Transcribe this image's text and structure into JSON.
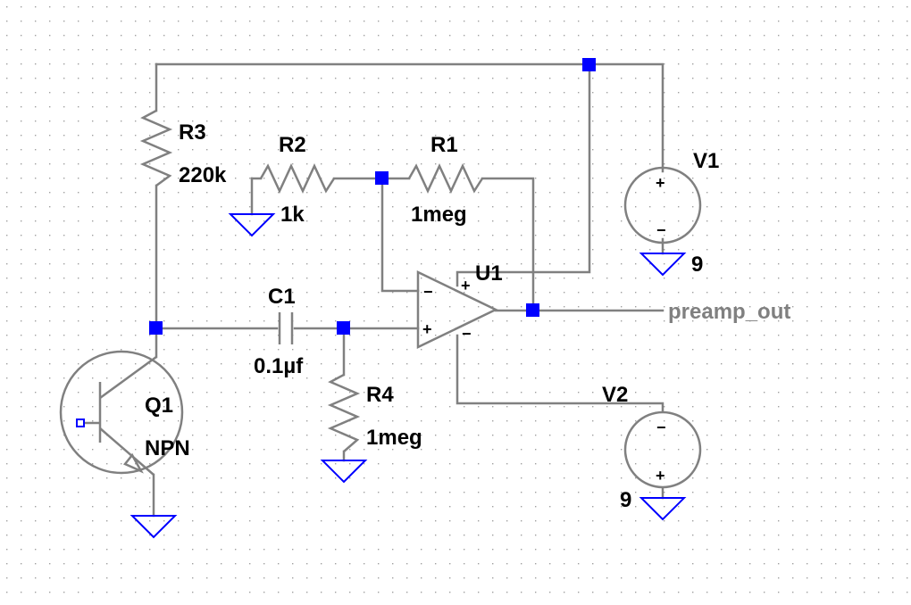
{
  "schematic": {
    "components": {
      "r3": {
        "ref": "R3",
        "value": "220k"
      },
      "r2": {
        "ref": "R2",
        "value": "1k"
      },
      "r1": {
        "ref": "R1",
        "value": "1meg"
      },
      "r4": {
        "ref": "R4",
        "value": "1meg"
      },
      "c1": {
        "ref": "C1",
        "value": "0.1µf"
      },
      "q1": {
        "ref": "Q1",
        "value": "NPN"
      },
      "u1": {
        "ref": "U1"
      },
      "v1": {
        "ref": "V1",
        "value": "9"
      },
      "v2": {
        "ref": "V2",
        "value": "9"
      }
    },
    "net_labels": {
      "output": "preamp_out"
    },
    "opamp_pins": {
      "inverting": "−",
      "non_inverting": "+",
      "v_plus": "+",
      "v_minus": "−"
    },
    "source_pins": {
      "plus": "+",
      "minus": "−"
    }
  },
  "colors": {
    "wire": "#808080",
    "junction": "#0000ff",
    "ground": "#0000ff",
    "text": "#000000",
    "net_label": "#808080",
    "grid_dot": "#a0a0a0"
  }
}
